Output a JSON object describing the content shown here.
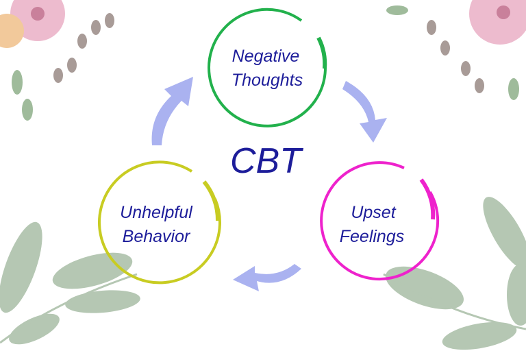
{
  "title": "CBT",
  "nodes": [
    {
      "line1": "Negative",
      "line2": "Thoughts",
      "color": "#22b14c"
    },
    {
      "line1": "Upset",
      "line2": "Feelings",
      "color": "#ee22cc"
    },
    {
      "line1": "Unhelpful",
      "line2": "Behavior",
      "color": "#c8cc22"
    }
  ],
  "arrow_color": "#aab2f0",
  "leaf_color": "#9db59a",
  "flower_color": "#e9a6bd"
}
